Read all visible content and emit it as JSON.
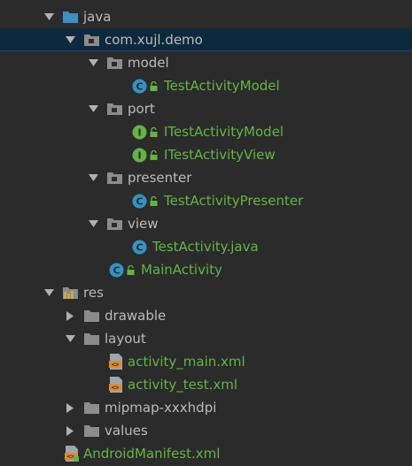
{
  "tree": {
    "java": {
      "label": "java",
      "icon": "source-folder-icon"
    },
    "pkg": {
      "label": "com.xujl.demo",
      "icon": "package-icon"
    },
    "model": {
      "label": "model",
      "icon": "package-icon"
    },
    "test_activity_model": {
      "label": "TestActivityModel",
      "icon": "class-icon",
      "class_letter": "C"
    },
    "port": {
      "label": "port",
      "icon": "package-icon"
    },
    "itest_activity_model": {
      "label": "ITestActivityModel",
      "icon": "interface-icon",
      "class_letter": "I"
    },
    "itest_activity_view": {
      "label": "ITestActivityView",
      "icon": "interface-icon",
      "class_letter": "I"
    },
    "presenter": {
      "label": "presenter",
      "icon": "package-icon"
    },
    "test_activity_presenter": {
      "label": "TestActivityPresenter",
      "icon": "class-icon",
      "class_letter": "C"
    },
    "view": {
      "label": "view",
      "icon": "package-icon"
    },
    "test_activity_java": {
      "label": "TestActivity.java",
      "icon": "class-icon",
      "class_letter": "C"
    },
    "main_activity": {
      "label": "MainActivity",
      "icon": "class-icon",
      "class_letter": "C"
    },
    "res": {
      "label": "res",
      "icon": "resource-folder-icon"
    },
    "drawable": {
      "label": "drawable",
      "icon": "folder-icon"
    },
    "layout": {
      "label": "layout",
      "icon": "folder-icon"
    },
    "activity_main_xml": {
      "label": "activity_main.xml",
      "icon": "xml-file-icon"
    },
    "activity_test_xml": {
      "label": "activity_test.xml",
      "icon": "xml-file-icon"
    },
    "mipmap": {
      "label": "mipmap-xxxhdpi",
      "icon": "folder-icon"
    },
    "values": {
      "label": "values",
      "icon": "folder-icon"
    },
    "manifest": {
      "label": "AndroidManifest.xml",
      "icon": "manifest-file-icon"
    }
  },
  "colors": {
    "background": "#2b2b2b",
    "selected_row": "#0d293e",
    "folder_text": "#bbbbbb",
    "file_text": "#62b543",
    "class_icon": "#3592c4",
    "interface_icon": "#62b543"
  }
}
